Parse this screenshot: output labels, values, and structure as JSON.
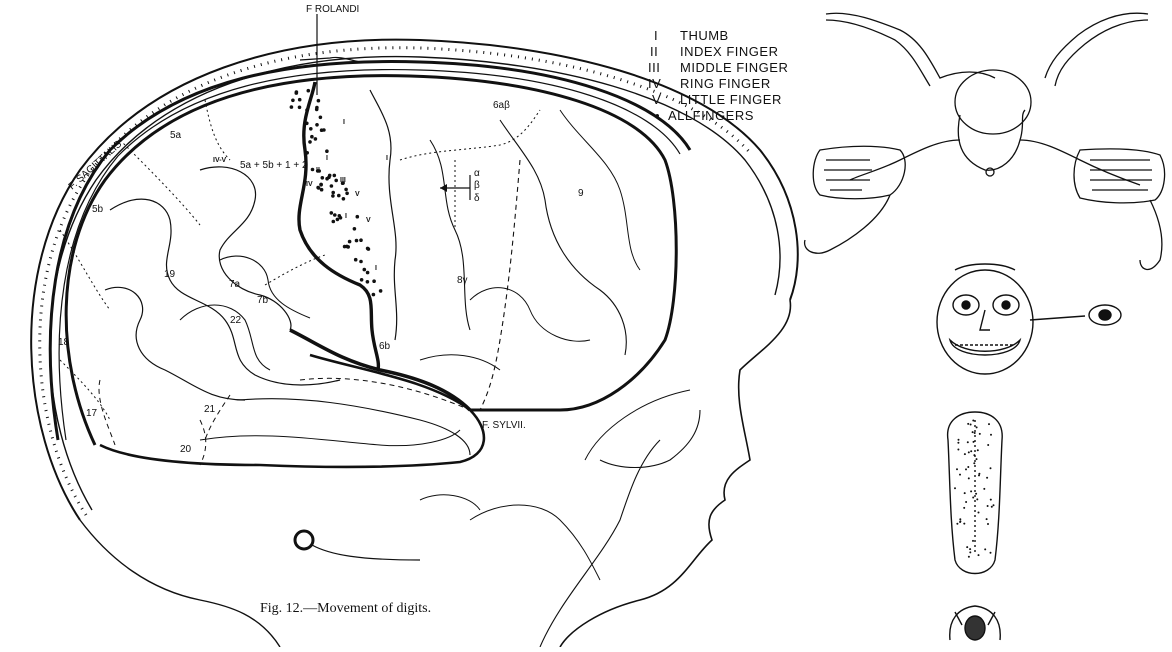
{
  "figure": {
    "caption": "Fig. 12.—Movement of digits.",
    "fissure_labels": {
      "rolandi": "F ROLANDI",
      "sagittalis": "F. SAGITTALIS",
      "sylvii": "F. SYLVII."
    },
    "area_labels": [
      "5a",
      "5b",
      "6aβ",
      "9",
      "7a",
      "19",
      "22",
      "7b",
      "8γ",
      "6b",
      "18",
      "17",
      "21",
      "20"
    ],
    "area_combination_label": "5a + 5b + 1 + 2",
    "arrow_labels": [
      "α",
      "β",
      "δ"
    ],
    "legend": [
      {
        "numeral": "I",
        "text": "THUMB"
      },
      {
        "numeral": "II",
        "text": "INDEX FINGER"
      },
      {
        "numeral": "III",
        "text": "MIDDLE FINGER"
      },
      {
        "numeral": "IV",
        "text": "RING FINGER"
      },
      {
        "numeral": "V",
        "text": "LITTLE FINGER"
      },
      {
        "numeral": "•",
        "text": "ALLFINGERS"
      }
    ],
    "brain_marks": [
      "I",
      "II",
      "III",
      "IV",
      "V",
      "IV-V",
      "I",
      "I",
      "V",
      "I",
      "I"
    ],
    "homunculus": {
      "body": "cortical homunculus body with enlarged hands",
      "face": "enlarged face",
      "tongue": "enlarged tongue",
      "pharynx": "pharynx"
    }
  }
}
